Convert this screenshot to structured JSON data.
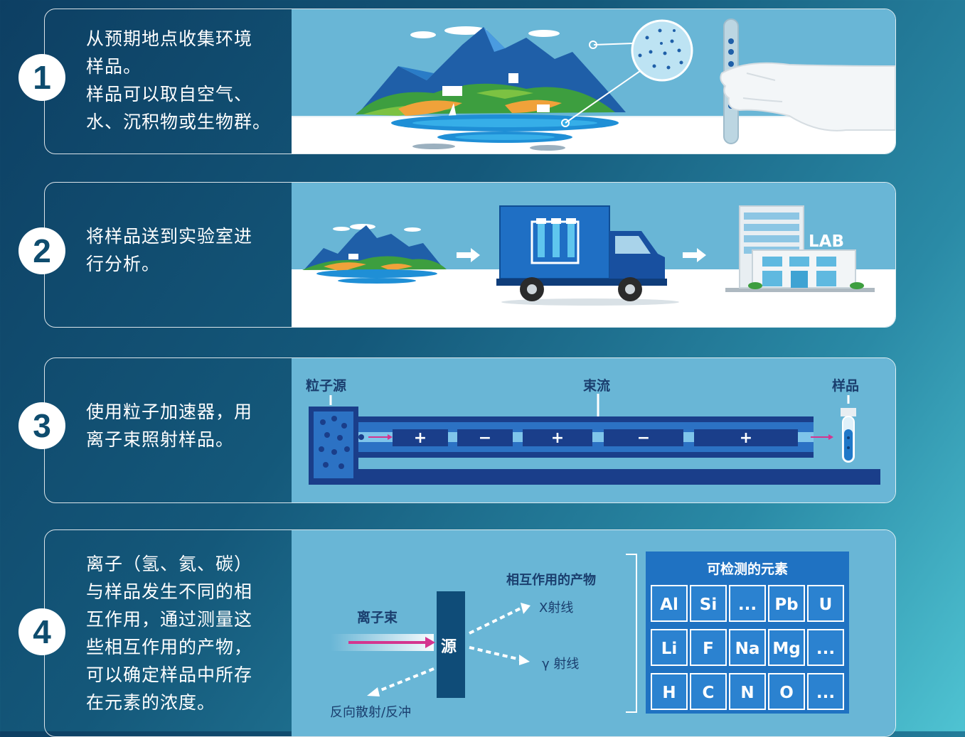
{
  "steps": [
    {
      "number": "1",
      "lines": [
        "从预期地点收集环境",
        "样品。",
        "样品可以取自空气、",
        "水、沉积物或生物群。"
      ]
    },
    {
      "number": "2",
      "lines": [
        "将样品送到实验室进",
        "行分析。"
      ],
      "lab_sign": "LAB"
    },
    {
      "number": "3",
      "lines": [
        "使用粒子加速器，用",
        "离子束照射样品。"
      ],
      "labels": {
        "source": "粒子源",
        "beam": "束流",
        "sample": "样品"
      },
      "segments": [
        "+",
        "−",
        "+",
        "−",
        "+"
      ]
    },
    {
      "number": "4",
      "lines": [
        "离子（氢、氦、碳）",
        "与样品发生不同的相",
        "互作用，通过测量这",
        "些相互作用的产物，",
        "可以确定样品中所存",
        "在元素的浓度。"
      ],
      "ion_beam": "离子束",
      "source": "源",
      "products_title": "相互作用的产物",
      "xray": "X射线",
      "gamma": "γ 射线",
      "backscatter": "反向散射/反冲",
      "elements_title": "可检测的元素",
      "elements": [
        [
          "Al",
          "Si",
          "...",
          "Pb",
          "U"
        ],
        [
          "Li",
          "F",
          "Na",
          "Mg",
          "..."
        ],
        [
          "H",
          "C",
          "N",
          "O",
          "..."
        ]
      ]
    }
  ]
}
